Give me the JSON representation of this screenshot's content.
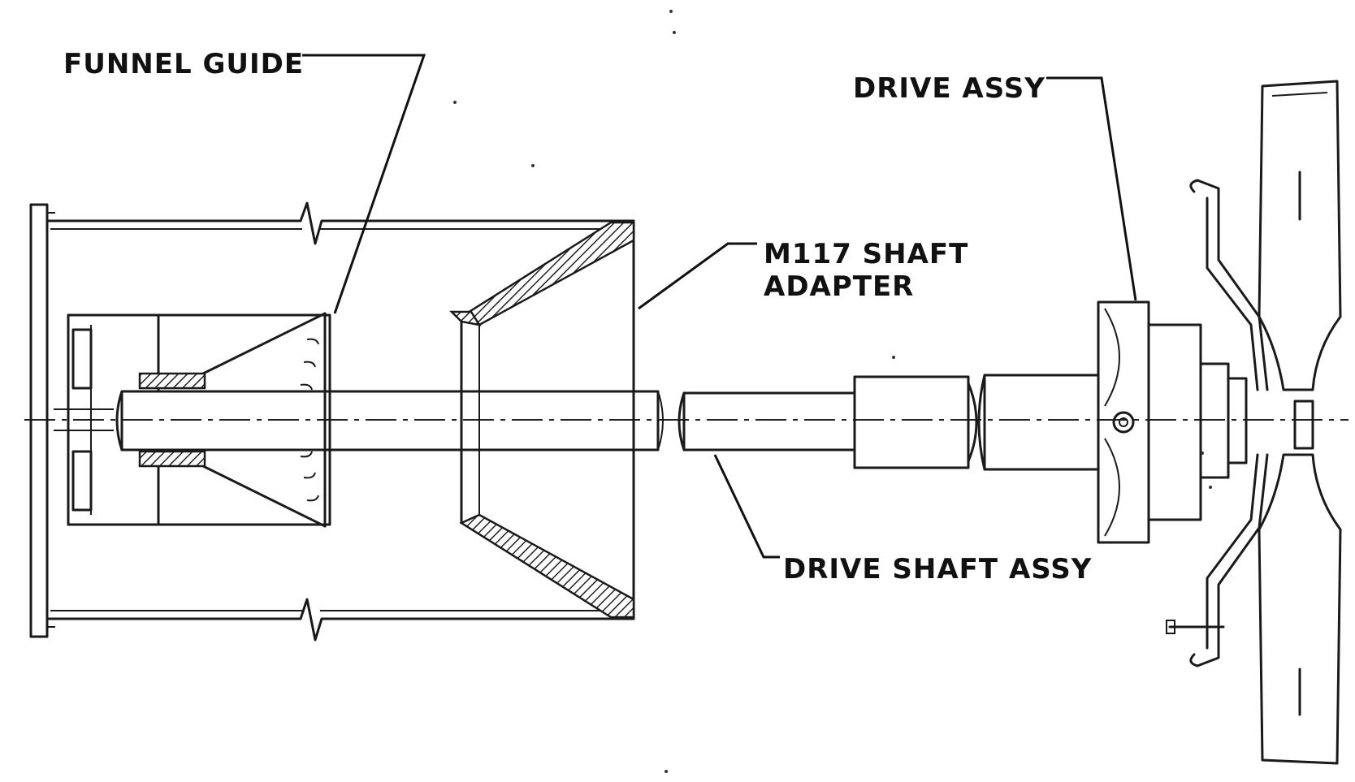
{
  "labels": {
    "funnel_guide": "FUNNEL GUIDE",
    "drive_assy": "DRIVE ASSY",
    "shaft_adapter_line1": "M117 SHAFT",
    "shaft_adapter_line2": "ADAPTER",
    "drive_shaft_assy": "DRIVE SHAFT ASSY"
  }
}
